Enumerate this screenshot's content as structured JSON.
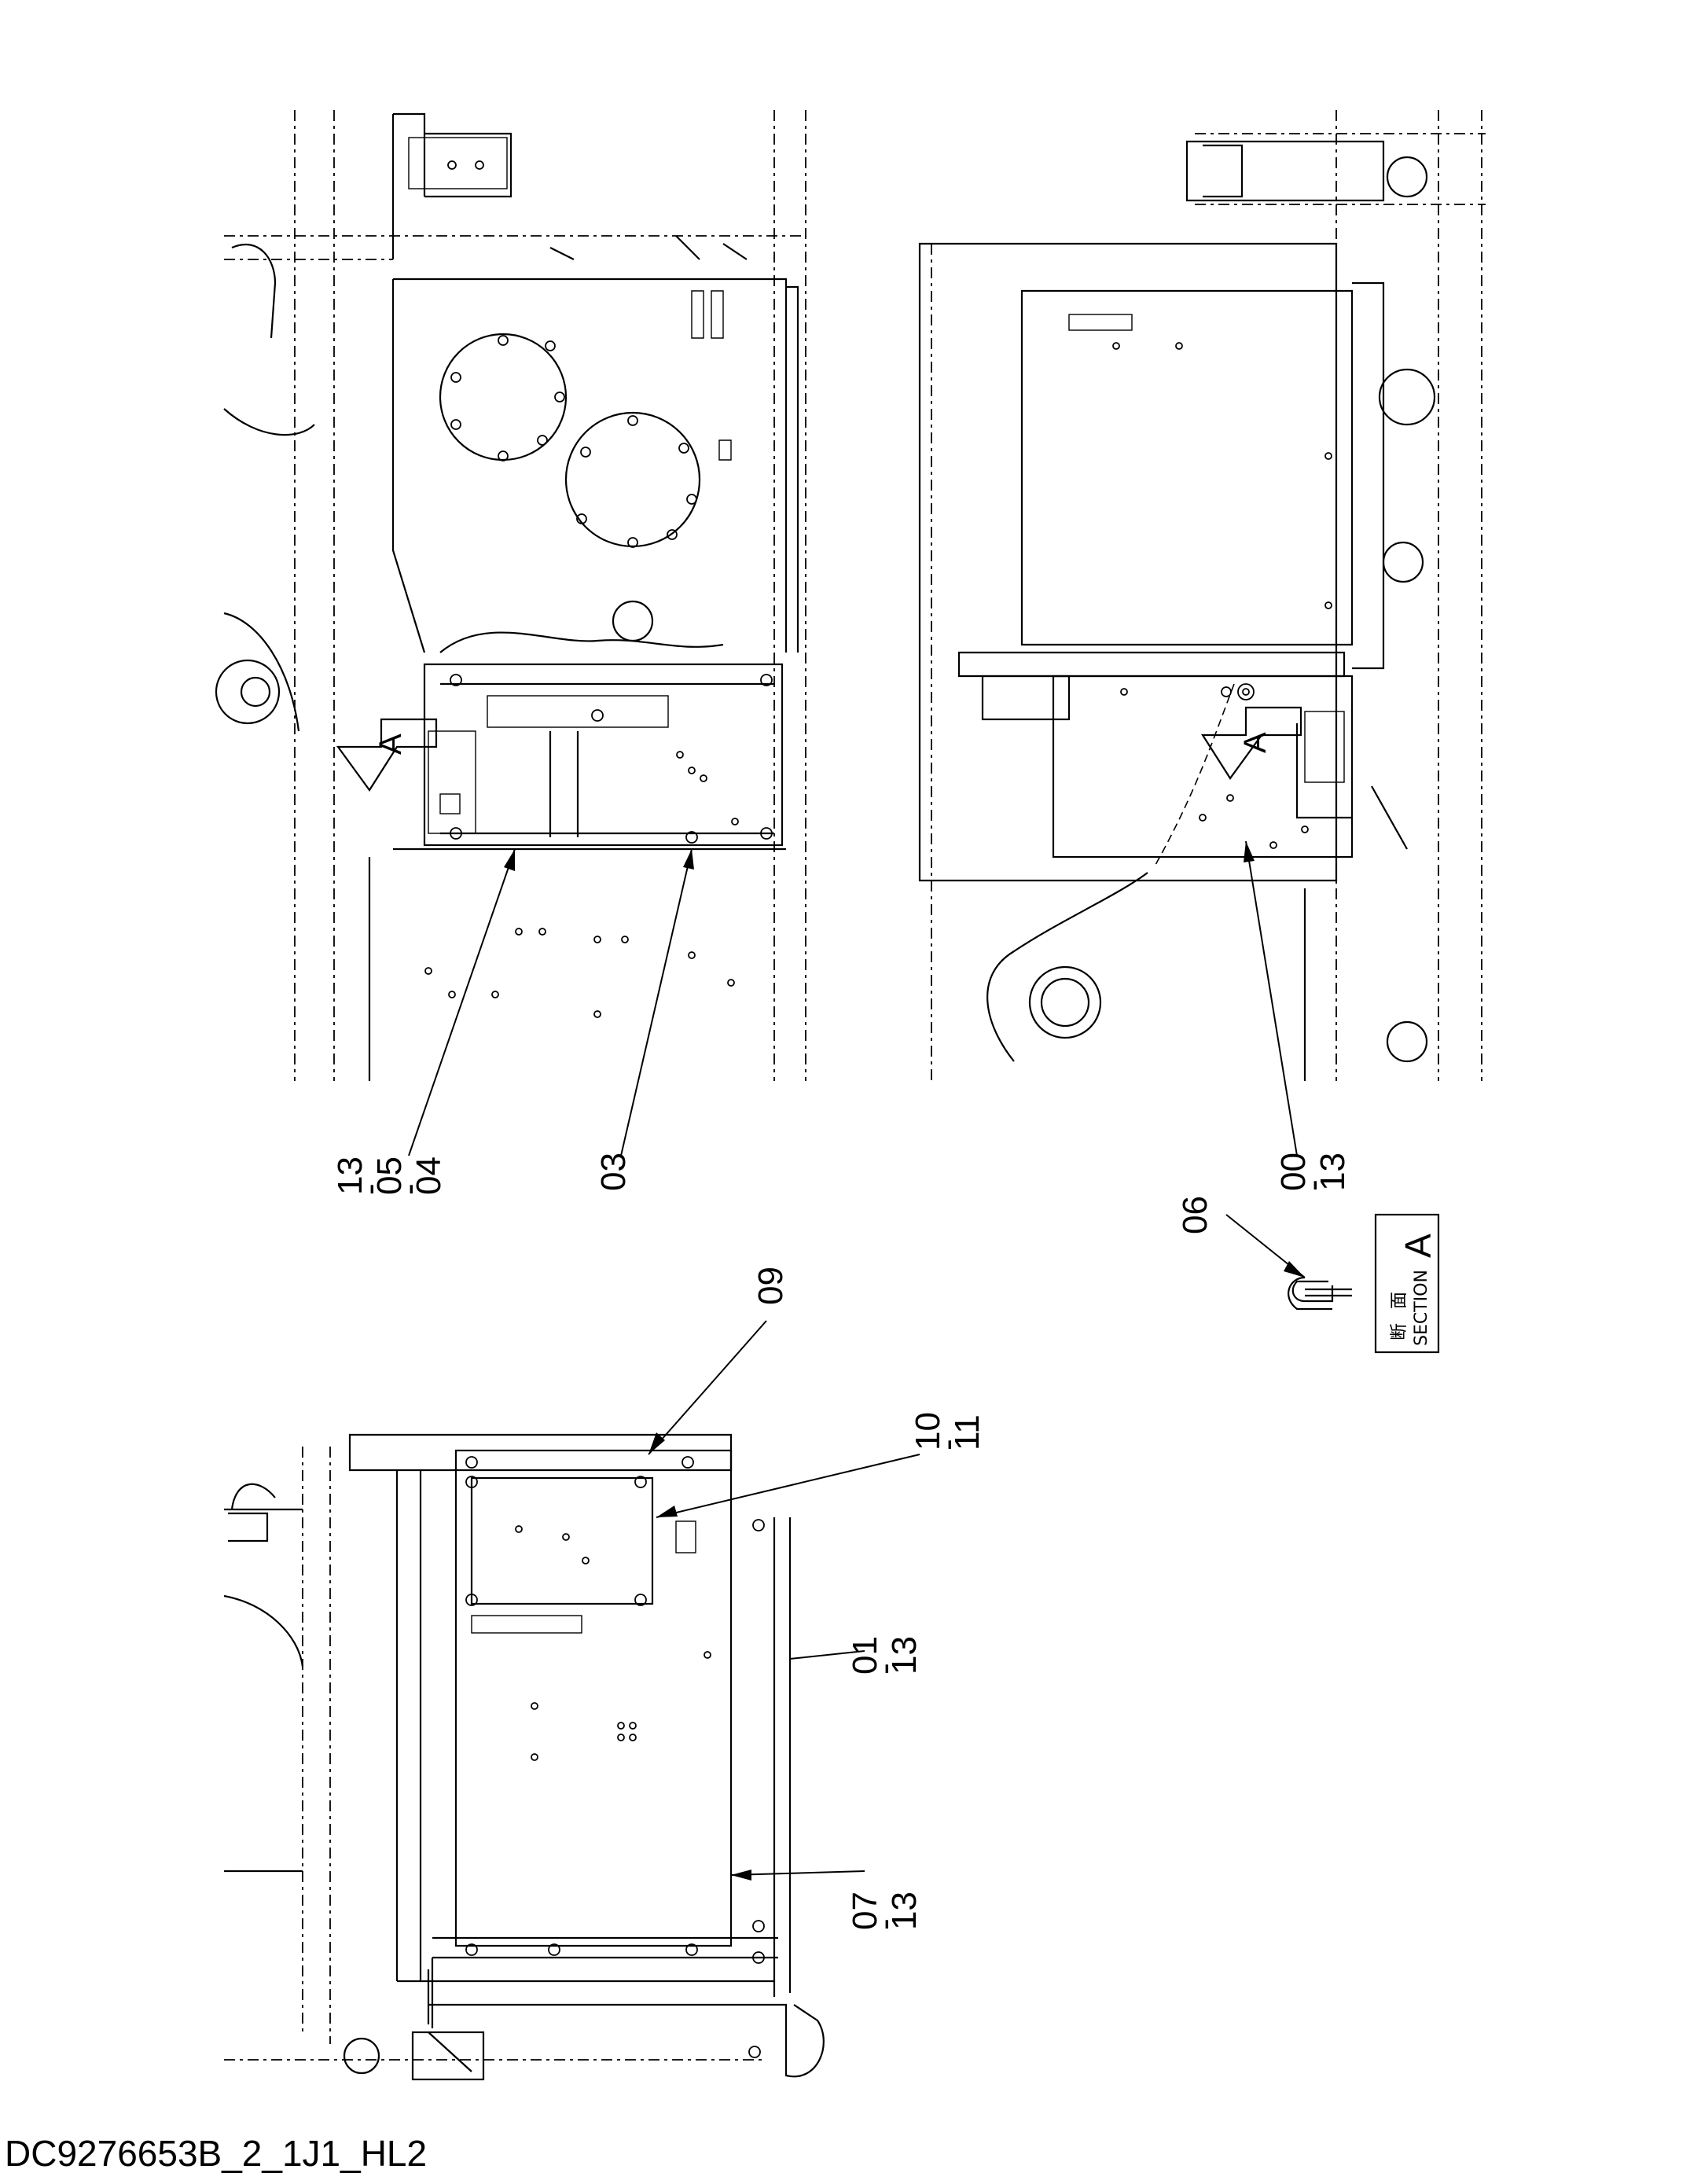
{
  "drawing": {
    "document_code": "DC9276653B_2_1J1_HL2",
    "section_label": {
      "kanji_1": "断",
      "kanji_2": "面",
      "section_word": "SECTION",
      "section_letter": "A"
    },
    "view_arrow_letter": "A",
    "callouts": [
      {
        "id": "c1",
        "lines": [
          "13",
          "-",
          "05",
          "-",
          "04"
        ]
      },
      {
        "id": "c2",
        "lines": [
          "03"
        ]
      },
      {
        "id": "c3",
        "lines": [
          "00",
          "-",
          "13"
        ]
      },
      {
        "id": "c4",
        "lines": [
          "06"
        ]
      },
      {
        "id": "c5",
        "lines": [
          "09"
        ]
      },
      {
        "id": "c6",
        "lines": [
          "10",
          "-",
          "11"
        ]
      },
      {
        "id": "c7",
        "lines": [
          "01",
          "-",
          "13"
        ]
      },
      {
        "id": "c8",
        "lines": [
          "07",
          "-",
          "13"
        ]
      }
    ]
  }
}
